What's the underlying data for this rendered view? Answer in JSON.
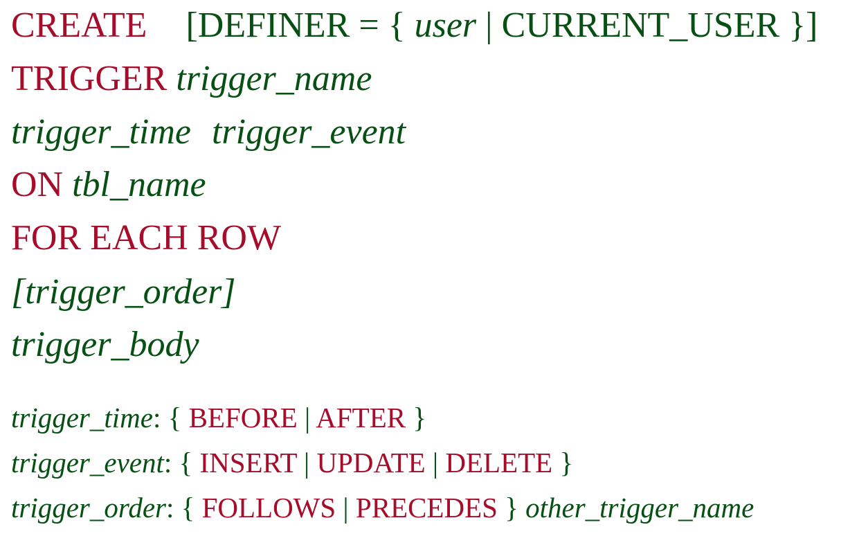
{
  "statement": {
    "create": "CREATE",
    "definer_open": "[DEFINER = {",
    "definer_user": "user",
    "pipe": "|",
    "current_user": "CURRENT_USER",
    "definer_close": "}]",
    "trigger_kw": "TRIGGER",
    "trigger_name": "trigger_name",
    "trigger_time": "trigger_time",
    "trigger_event": "trigger_event",
    "on_kw": "ON",
    "tbl_name": "tbl_name",
    "for_each_row": "FOR EACH ROW",
    "trigger_order": "[trigger_order]",
    "trigger_body": "trigger_body"
  },
  "definitions": {
    "time": {
      "name": "trigger_time",
      "colon": ": {",
      "opt1": "BEFORE",
      "pipe": "|",
      "opt2": "AFTER",
      "close": "}"
    },
    "event": {
      "name": "trigger_event",
      "colon": ": {",
      "opt1": "INSERT",
      "pipe1": "|",
      "opt2": "UPDATE",
      "pipe2": "|",
      "opt3": "DELETE",
      "close": "}"
    },
    "order": {
      "name": "trigger_order",
      "colon": ": {",
      "opt1": "FOLLOWS",
      "pipe": "|",
      "opt2": "PRECEDES",
      "close": "}",
      "other": "other_trigger_name"
    }
  },
  "colors": {
    "keyword": "#a50d2b",
    "grammar": "#075013"
  }
}
